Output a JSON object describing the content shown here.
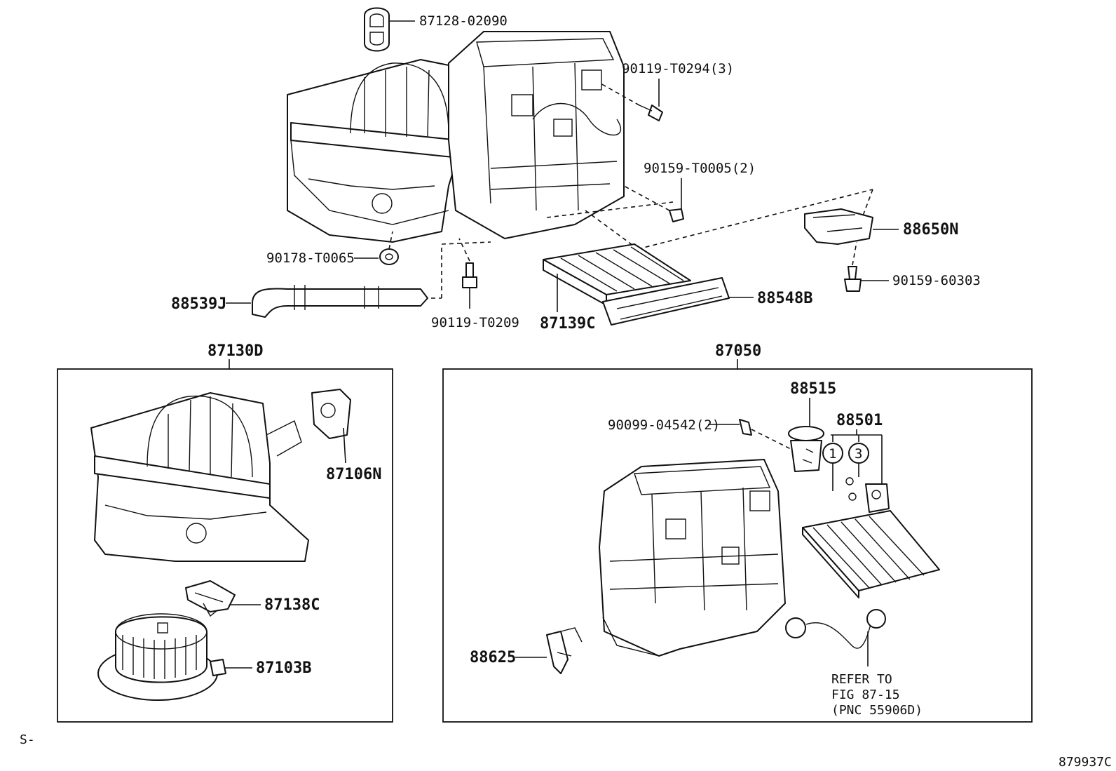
{
  "labels": {
    "p87128": "87128-02090",
    "p90119a": "90119-T0294(3)",
    "p90159a": "90159-T0005(2)",
    "p88650": "88650N",
    "p90159b": "90159-60303",
    "p90178": "90178-T0065",
    "p88539": "88539J",
    "p90119b": "90119-T0209",
    "p87139": "87139C",
    "p88548": "88548B",
    "p87130": "87130D",
    "p87050": "87050",
    "p87106": "87106N",
    "p87138": "87138C",
    "p87103": "87103B",
    "p88515": "88515",
    "p90099": "90099-04542(2)",
    "p88501": "88501",
    "p88625": "88625",
    "circle1": "1",
    "circle3": "3"
  },
  "reference": {
    "line1": "REFER TO",
    "line2": "FIG 87-15",
    "line3": "(PNC 55906D)"
  },
  "footer": {
    "left_mark": "S-",
    "figure_id": "879937C"
  }
}
